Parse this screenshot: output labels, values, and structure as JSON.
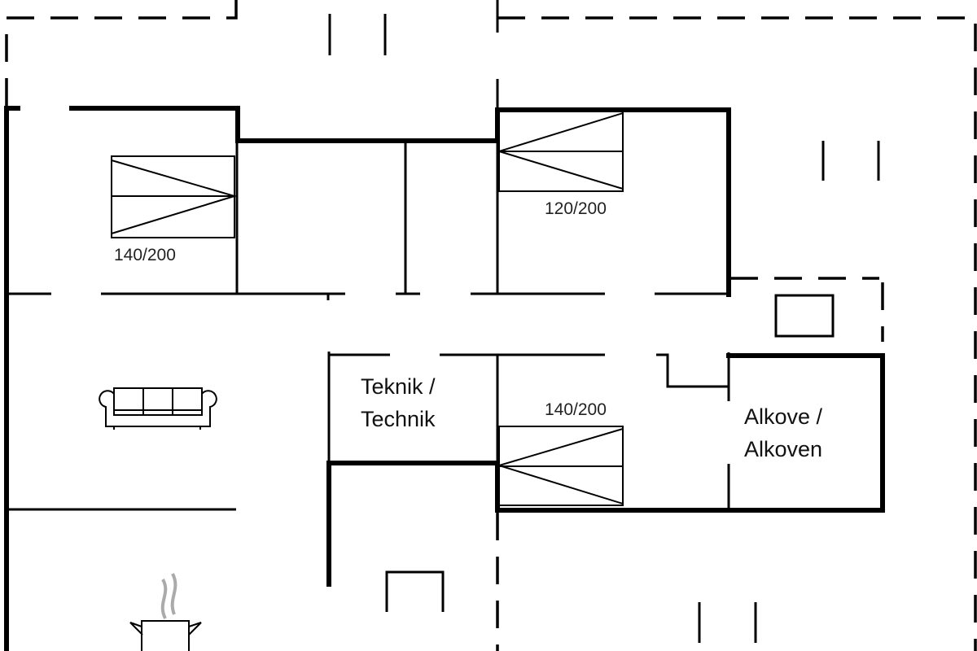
{
  "rooms": {
    "teknik": {
      "line1": "Teknik /",
      "line2": "Technik"
    },
    "alkove": {
      "line1": "Alkove /",
      "line2": "Alkoven"
    }
  },
  "beds": [
    {
      "size": "140/200"
    },
    {
      "size": "120/200"
    },
    {
      "size": "140/200"
    }
  ],
  "icons": [
    "sofa-icon",
    "cooking-pot-icon",
    "bed-icon",
    "window-icon"
  ],
  "colors": {
    "wall": "#000000",
    "steam": "#aaaaaa"
  }
}
